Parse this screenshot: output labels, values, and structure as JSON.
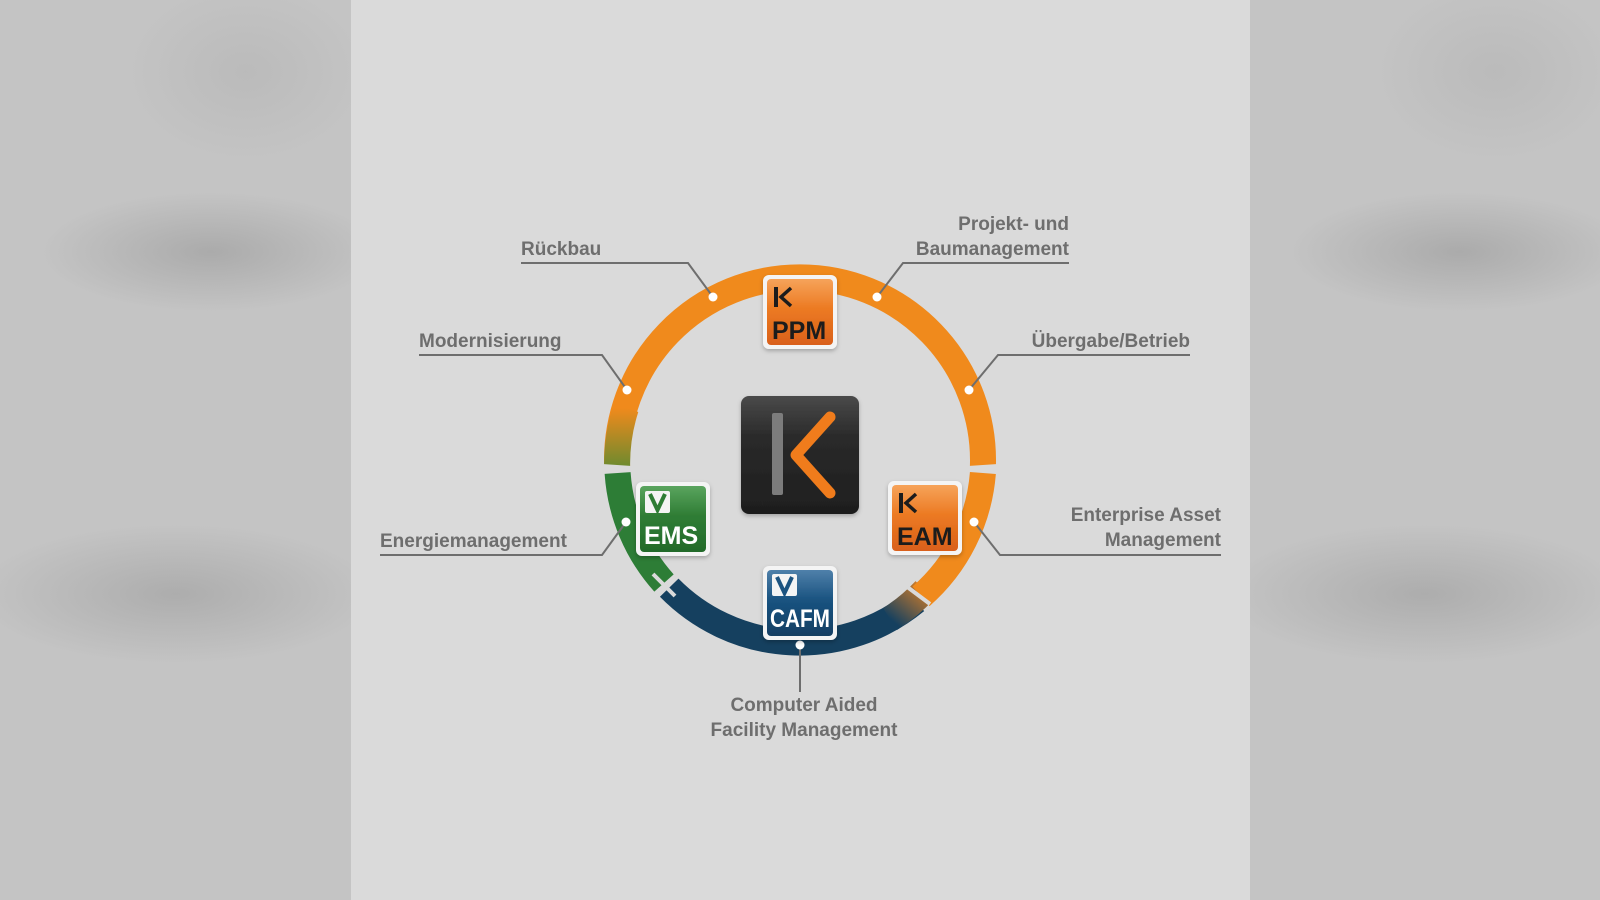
{
  "diagram": {
    "phases": {
      "rueckbau": "Rückbau",
      "projekt_line1": "Projekt- und",
      "projekt_line2": "Baumanagement",
      "modernisierung": "Modernisierung",
      "uebergabe": "Übergabe/Betrieb",
      "energie": "Energiemanagement",
      "eam_line1": "Enterprise Asset",
      "eam_line2": "Management",
      "cafm_line1": "Computer Aided",
      "cafm_line2": "Facility Management"
    },
    "modules": {
      "ppm": "PPM",
      "eam": "EAM",
      "ems": "EMS",
      "cafm": "CAFM"
    },
    "colors": {
      "orange": "#f08a1c",
      "green": "#2d7d36",
      "navy": "#15405f",
      "tile_orange": "#e8701e",
      "tile_green": "#2f7d35",
      "tile_blue": "#1a5380",
      "logo_dark": "#262626",
      "logo_k_grey": "#7b7b7b",
      "logo_k_orange": "#f07c1e",
      "label_grey": "#6e6e6e",
      "background": "#dadada"
    },
    "icons": {
      "ppm": "k-brand-icon",
      "eam": "k-brand-icon",
      "ems": "v-brand-icon",
      "cafm": "v-brand-icon",
      "center": "k-logo-icon"
    }
  }
}
